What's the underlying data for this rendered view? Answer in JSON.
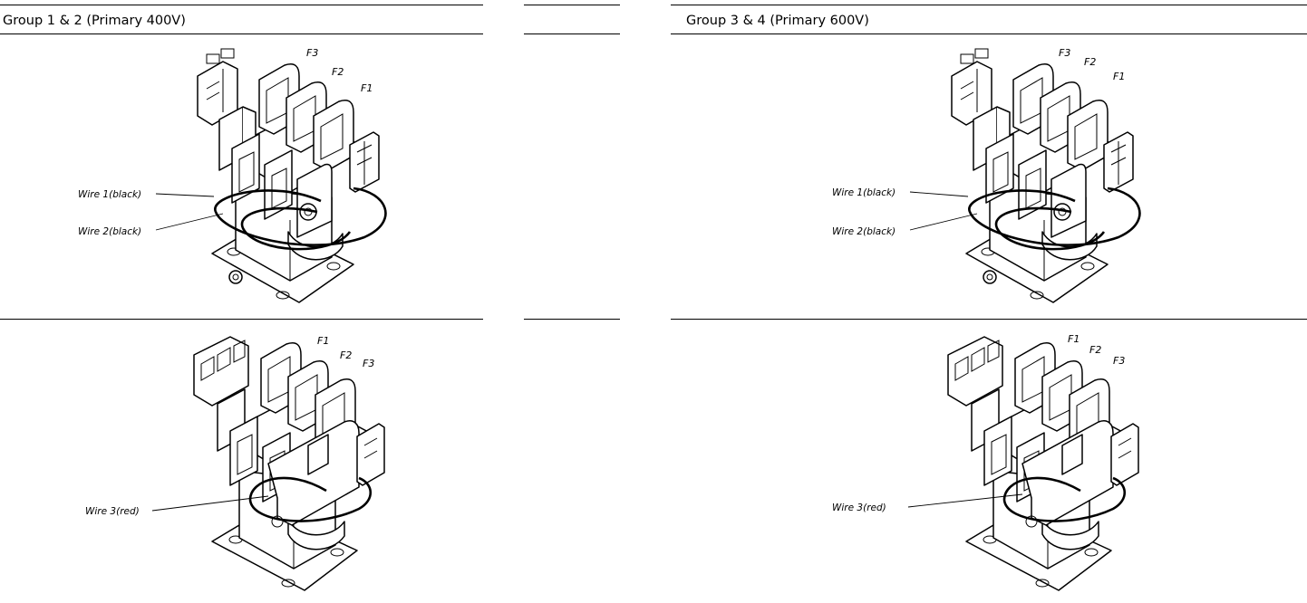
{
  "sections": [
    {
      "heading": "Group 1 & 2 (Primary 400V)",
      "top_fig": {
        "fuses": [
          "F3",
          "F2",
          "F1"
        ],
        "wires": [
          "Wire 1(black)",
          "Wire 2(black)"
        ]
      },
      "bottom_fig": {
        "fuses": [
          "F1",
          "F2",
          "F3"
        ],
        "wires": [
          "Wire 3(red)"
        ]
      }
    },
    {
      "heading": "Group 3 & 4 (Primary 600V)",
      "top_fig": {
        "fuses": [
          "F3",
          "F2",
          "F1"
        ],
        "wires": [
          "Wire 1(black)",
          "Wire 2(black)"
        ]
      },
      "bottom_fig": {
        "fuses": [
          "F1",
          "F2",
          "F3"
        ],
        "wires": [
          "Wire 3(red)"
        ]
      }
    }
  ]
}
